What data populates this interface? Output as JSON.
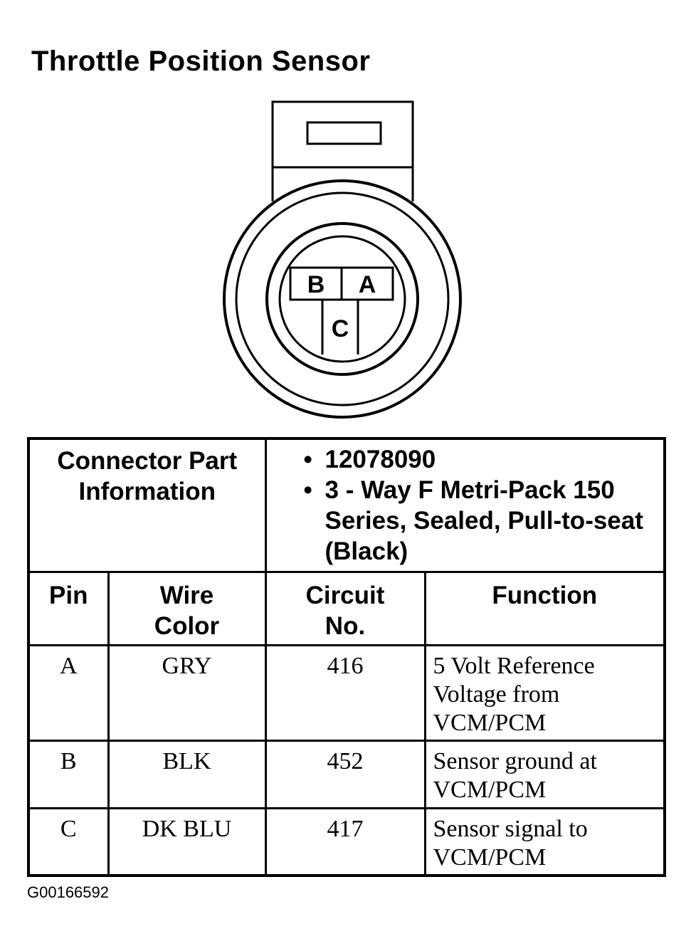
{
  "title": "Throttle Position Sensor",
  "connector": {
    "pins": [
      "B",
      "A",
      "C"
    ]
  },
  "table": {
    "info_label": "Connector Part Information",
    "info_items": [
      "12078090",
      "3 - Way F Metri-Pack 150 Series, Sealed, Pull-to-seat (Black)"
    ],
    "bullet": "•",
    "headers": {
      "pin": "Pin",
      "wire_color": "Wire Color",
      "circuit": "Circuit No.",
      "function": "Function"
    },
    "rows": [
      {
        "pin": "A",
        "wire_color": "GRY",
        "circuit": "416",
        "function": "5 Volt Reference Voltage from VCM/PCM"
      },
      {
        "pin": "B",
        "wire_color": "BLK",
        "circuit": "452",
        "function": "Sensor ground at VCM/PCM"
      },
      {
        "pin": "C",
        "wire_color": "DK BLU",
        "circuit": "417",
        "function": "Sensor signal to VCM/PCM"
      }
    ]
  },
  "figure_id": "G00166592"
}
